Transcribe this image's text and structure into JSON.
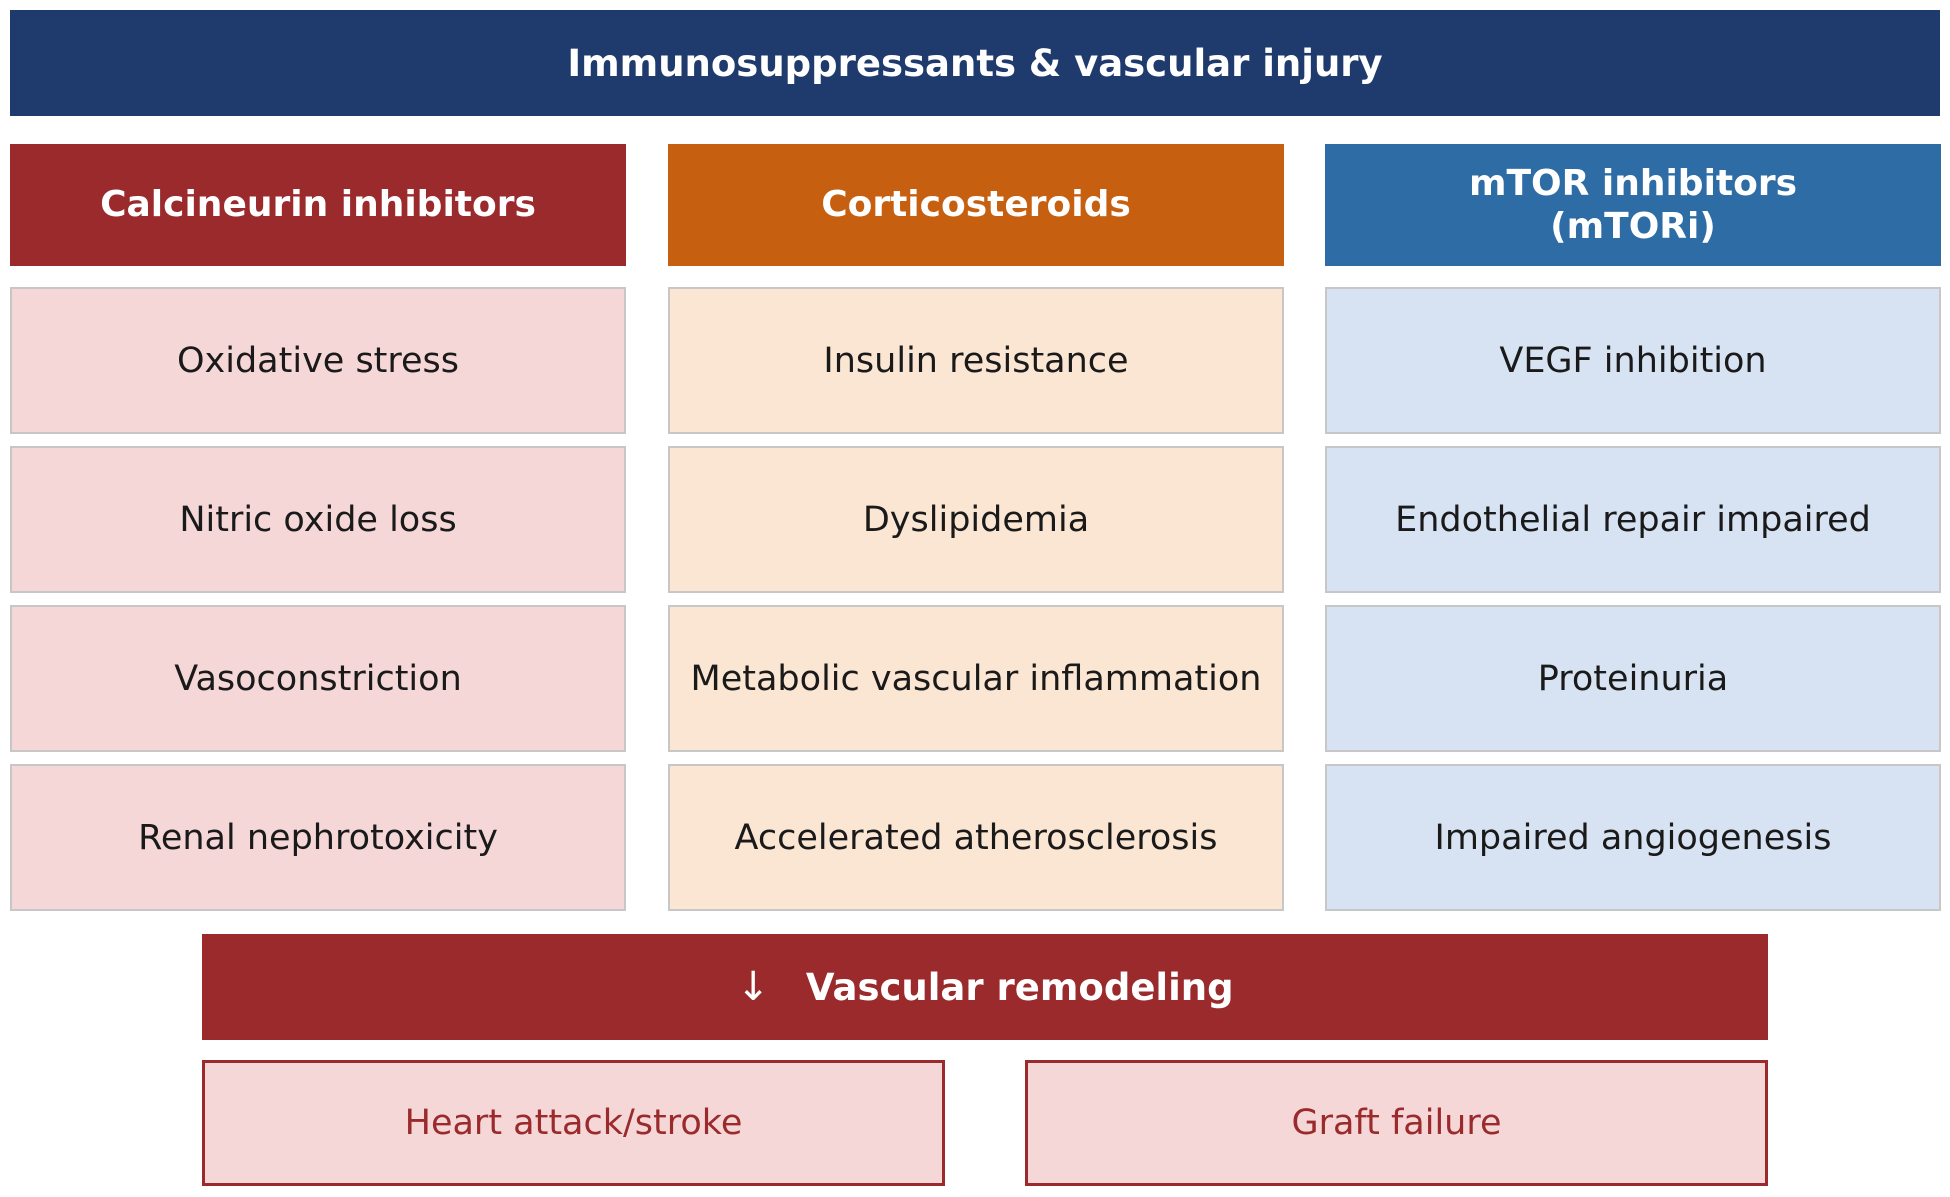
{
  "title": "Immunosuppressants & vascular injury",
  "columns": [
    {
      "header_line1": "Calcineurin inhibitors",
      "header_line2": "",
      "header_color": "#9b2a2c",
      "cell_color": "#f5d7d8",
      "items": [
        "Oxidative stress",
        "Nitric oxide  loss",
        "Vasoconstriction",
        "Renal nephrotoxicity"
      ]
    },
    {
      "header_line1": "Corticosteroids",
      "header_line2": "",
      "header_color": "#c66010",
      "cell_color": "#fbe5d3",
      "items": [
        "Insulin resistance",
        "Dyslipidemia",
        "Metabolic vascular inflammation",
        "Accelerated atherosclerosis"
      ]
    },
    {
      "header_line1": "mTOR inhibitors",
      "header_line2": "(mTORi)",
      "header_color": "#2e6ca6",
      "cell_color": "#d7e3f3",
      "items": [
        "VEGF inhibition",
        "Endothelial repair impaired",
        "Proteinuria",
        "Impaired angiogenesis"
      ]
    }
  ],
  "remodeling": {
    "arrow": "↓",
    "label": "Vascular remodeling"
  },
  "outcomes": [
    "Heart attack/stroke",
    "Graft failure"
  ]
}
